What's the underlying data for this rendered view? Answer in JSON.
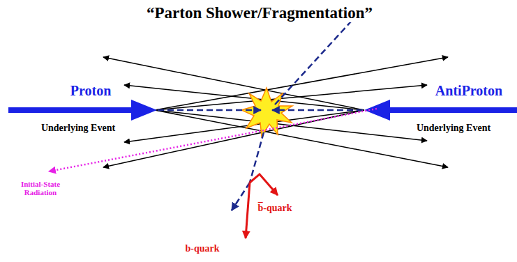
{
  "diagram": {
    "title": "“Parton Shower/Fragmentation”",
    "labels": [
      "Proton",
      "AntiProton",
      "Underlying Event",
      "Underlying Event",
      "Initial-State Radiation",
      "b-quark",
      "b̅-quark"
    ]
  }
}
